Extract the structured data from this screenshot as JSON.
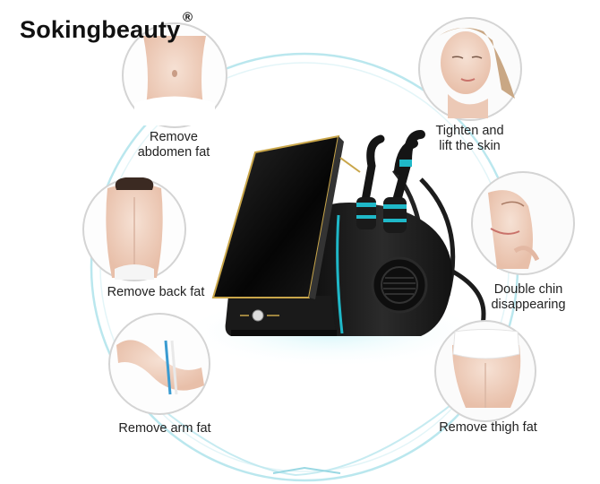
{
  "brand": {
    "name": "Sokingbeauty",
    "mark": "®"
  },
  "features": {
    "abdomen": {
      "line1": "Remove",
      "line2": "abdomen fat"
    },
    "face": {
      "line1": "Tighten and",
      "line2": "lift the skin"
    },
    "back": {
      "label": "Remove back fat"
    },
    "chin": {
      "line1": "Double chin",
      "line2": "disappearing"
    },
    "arm": {
      "label": "Remove arm fat"
    },
    "thigh": {
      "label": "Remove thigh fat"
    }
  },
  "colors": {
    "ring": "#9edce6",
    "accent": "#1fb8c8",
    "device": "#1b1b1b",
    "gold": "#c9a64a",
    "skin": "#f1d4c4"
  }
}
